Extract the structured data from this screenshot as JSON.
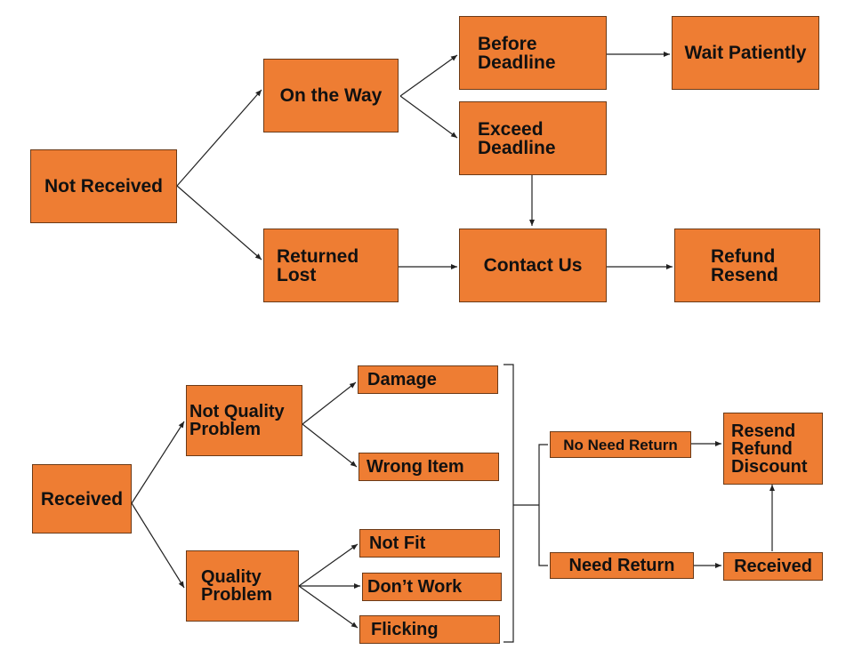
{
  "colors": {
    "box_fill": "#ee7d33",
    "box_border": "#6b3a17",
    "line": "#222222",
    "text": "#111111"
  },
  "not_received_flow": {
    "root": "Not Received",
    "on_the_way": "On the Way",
    "before_deadline": "Before\nDeadline",
    "wait_patiently": "Wait Patiently",
    "exceed_deadline": "Exceed\nDeadline",
    "returned_lost": "Returned\nLost",
    "contact_us": "Contact Us",
    "refund_resend": "Refund\nResend"
  },
  "received_flow": {
    "root": "Received",
    "not_quality_problem": "Not Quality\nProblem",
    "damage": "Damage",
    "wrong_item": "Wrong Item",
    "quality_problem": "Quality\nProblem",
    "not_fit": "Not Fit",
    "dont_work": "Don’t Work",
    "flicking": "Flicking",
    "no_need_return": "No Need Return",
    "need_return": "Need Return",
    "resend_refund_discount": "Resend\nRefund\nDiscount",
    "received_after_return": "Received"
  }
}
